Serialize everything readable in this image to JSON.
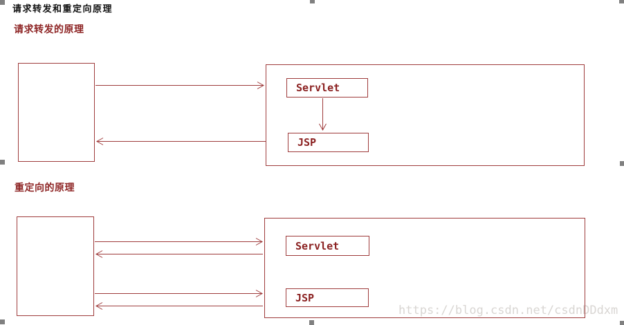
{
  "document": {
    "title": "请求转发和重定向原理"
  },
  "forward": {
    "heading": "请求转发的原理",
    "servlet_label": "Servlet",
    "jsp_label": "JSP"
  },
  "redirect": {
    "heading": "重定向的原理",
    "servlet_label": "Servlet",
    "jsp_label": "JSP"
  },
  "watermark": {
    "text": "https://blog.csdn.net/csdnDDdxm"
  },
  "colors": {
    "line": "#9e3a3a",
    "text": "#8b2121",
    "heading": "#8e2525",
    "title": "#111111",
    "watermark": "#d9d6d3",
    "handle": "#808080"
  }
}
